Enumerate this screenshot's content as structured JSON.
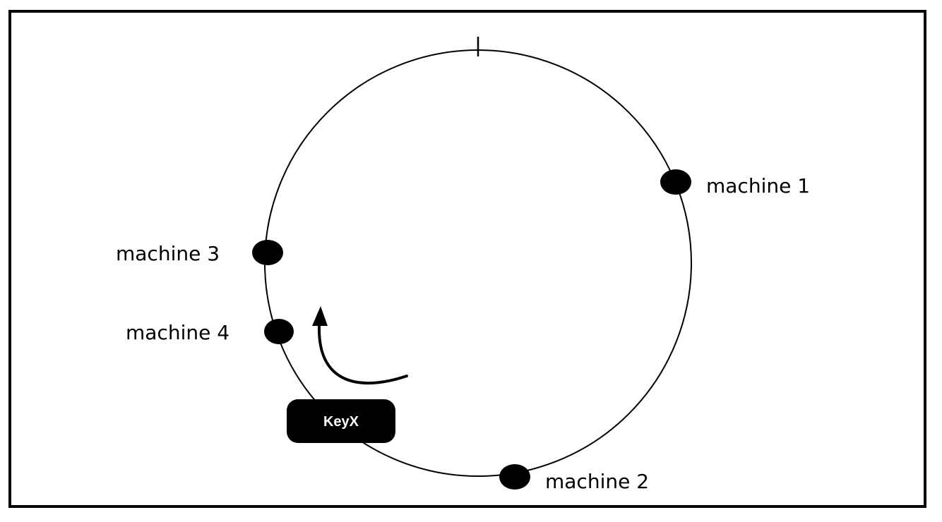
{
  "diagram": {
    "ring": {
      "nodes": [
        {
          "id": "machine-1",
          "label": "machine 1"
        },
        {
          "id": "machine-2",
          "label": "machine 2"
        },
        {
          "id": "machine-3",
          "label": "machine 3"
        },
        {
          "id": "machine-4",
          "label": "machine 4"
        }
      ],
      "key": {
        "label": "KeyX"
      }
    },
    "colors": {
      "stroke": "#000000",
      "node_fill": "#000000",
      "key_fill": "#000000",
      "key_text": "#ffffff",
      "background": "#ffffff"
    }
  }
}
